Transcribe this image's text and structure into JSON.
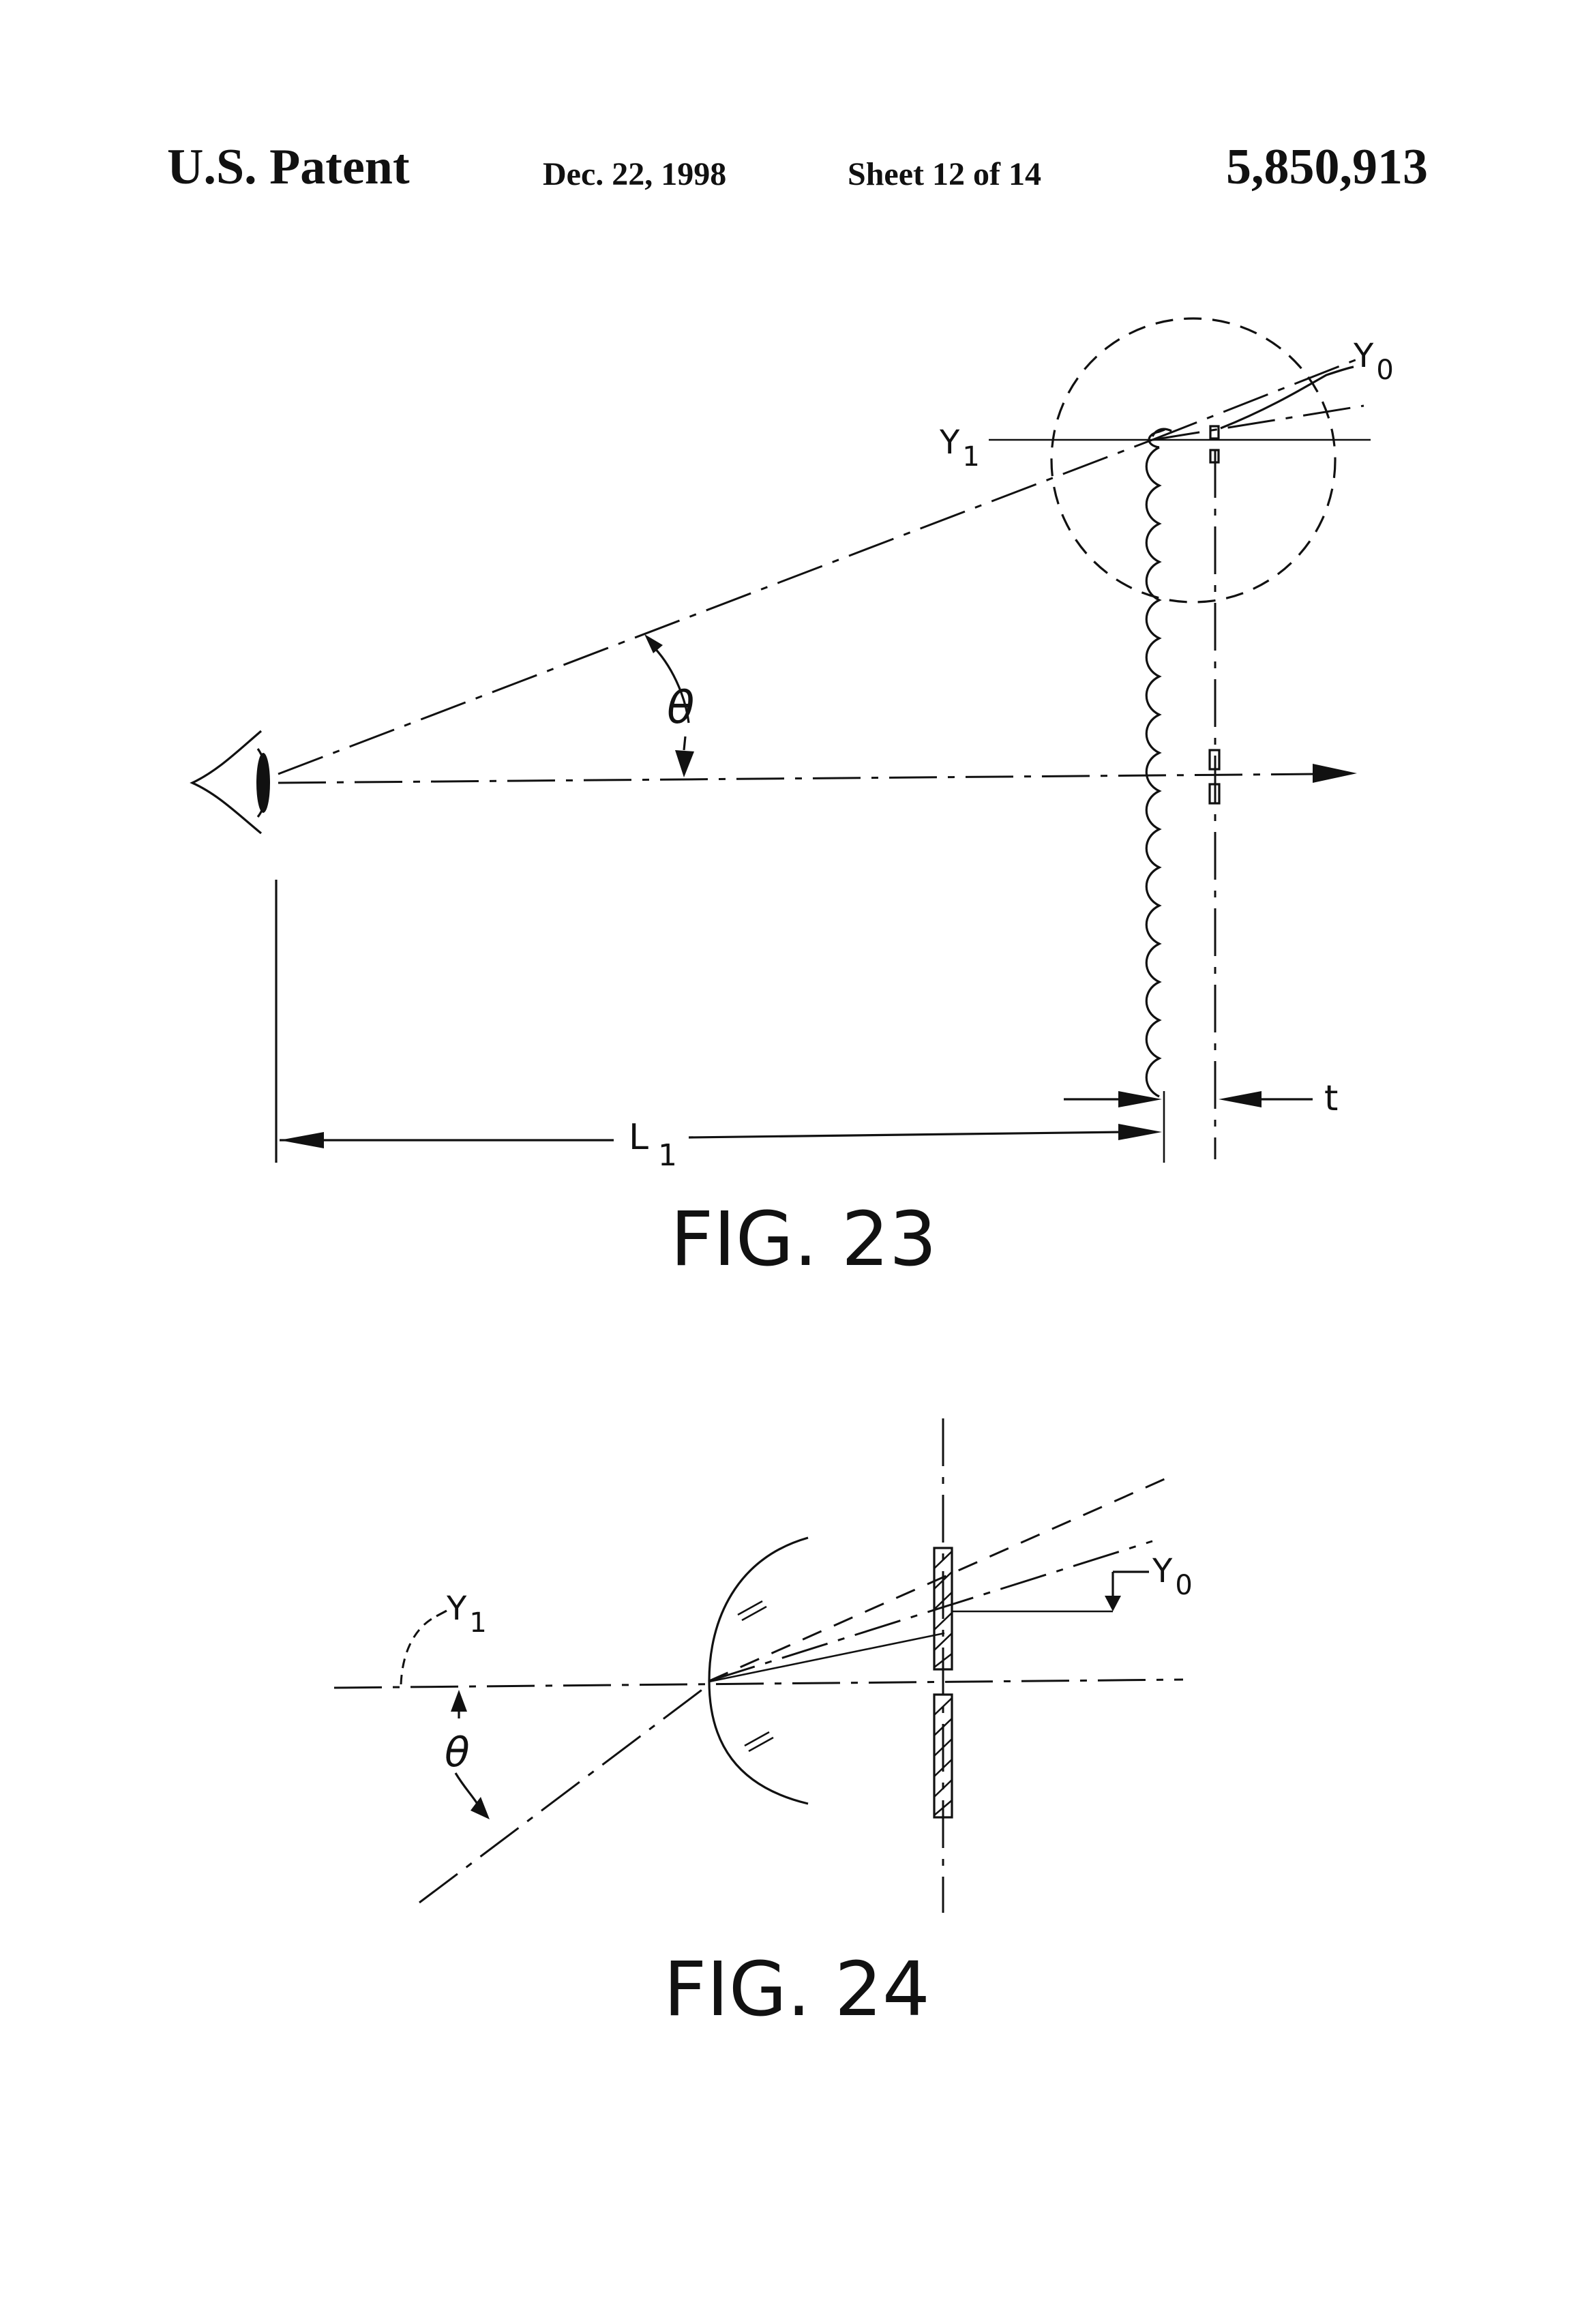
{
  "header": {
    "left": "U.S. Patent",
    "date": "Dec. 22, 1998",
    "sheet": "Sheet 12 of 14",
    "patent_number": "5,850,913"
  },
  "figures": [
    {
      "caption": "FIG. 23",
      "labels": {
        "y0": "Y",
        "y0_sub": "0",
        "y1": "Y",
        "y1_sub": "1",
        "theta": "θ",
        "l1": "L",
        "l1_sub": "1",
        "t": "t"
      }
    },
    {
      "caption": "FIG. 24",
      "labels": {
        "y0": "Y",
        "y0_sub": "0",
        "y1": "Y",
        "y1_sub": "1",
        "theta": "θ"
      }
    }
  ]
}
